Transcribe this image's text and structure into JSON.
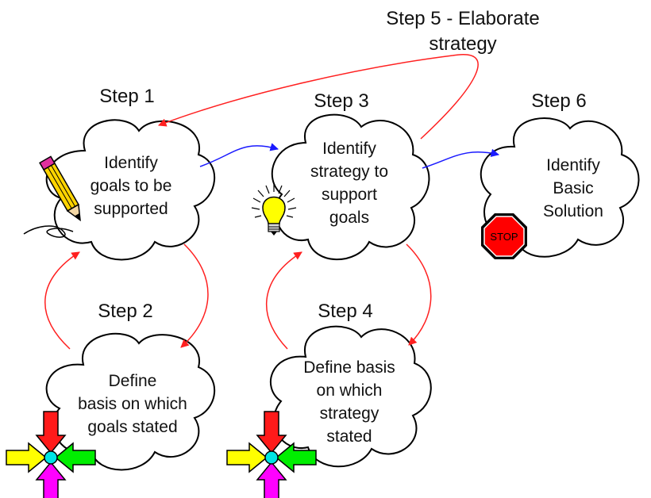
{
  "steps": [
    {
      "label": "Step 1",
      "text": [
        "Identify",
        "goals to be",
        "supported"
      ]
    },
    {
      "label": "Step 2",
      "text": [
        "Define",
        "basis on which",
        "goals stated"
      ]
    },
    {
      "label": "Step 3",
      "text": [
        "Identify",
        "strategy to",
        "support",
        "goals"
      ]
    },
    {
      "label": "Step 4",
      "text": [
        "Define basis",
        "on which",
        "strategy",
        "stated"
      ]
    },
    {
      "label": "Step 6",
      "text": [
        "Identify",
        "Basic",
        "Solution"
      ]
    }
  ],
  "step5": {
    "lines": [
      "Step 5 - Elaborate",
      "strategy"
    ]
  },
  "stop_sign": "STOP",
  "icons": [
    "pencil-icon",
    "lightbulb-icon",
    "stop-sign-icon",
    "converging-arrows-icon"
  ],
  "colors": {
    "feedback_arrow": "#ff2020",
    "forward_arrow": "#1a1aff",
    "arrow_up": "#ff1a1a",
    "arrow_left": "#ffff00",
    "arrow_right": "#00ee00",
    "arrow_down": "#ff00ff",
    "center_dot": "#00e5e5",
    "stop": "#ff0000",
    "bulb": "#ffff00"
  }
}
